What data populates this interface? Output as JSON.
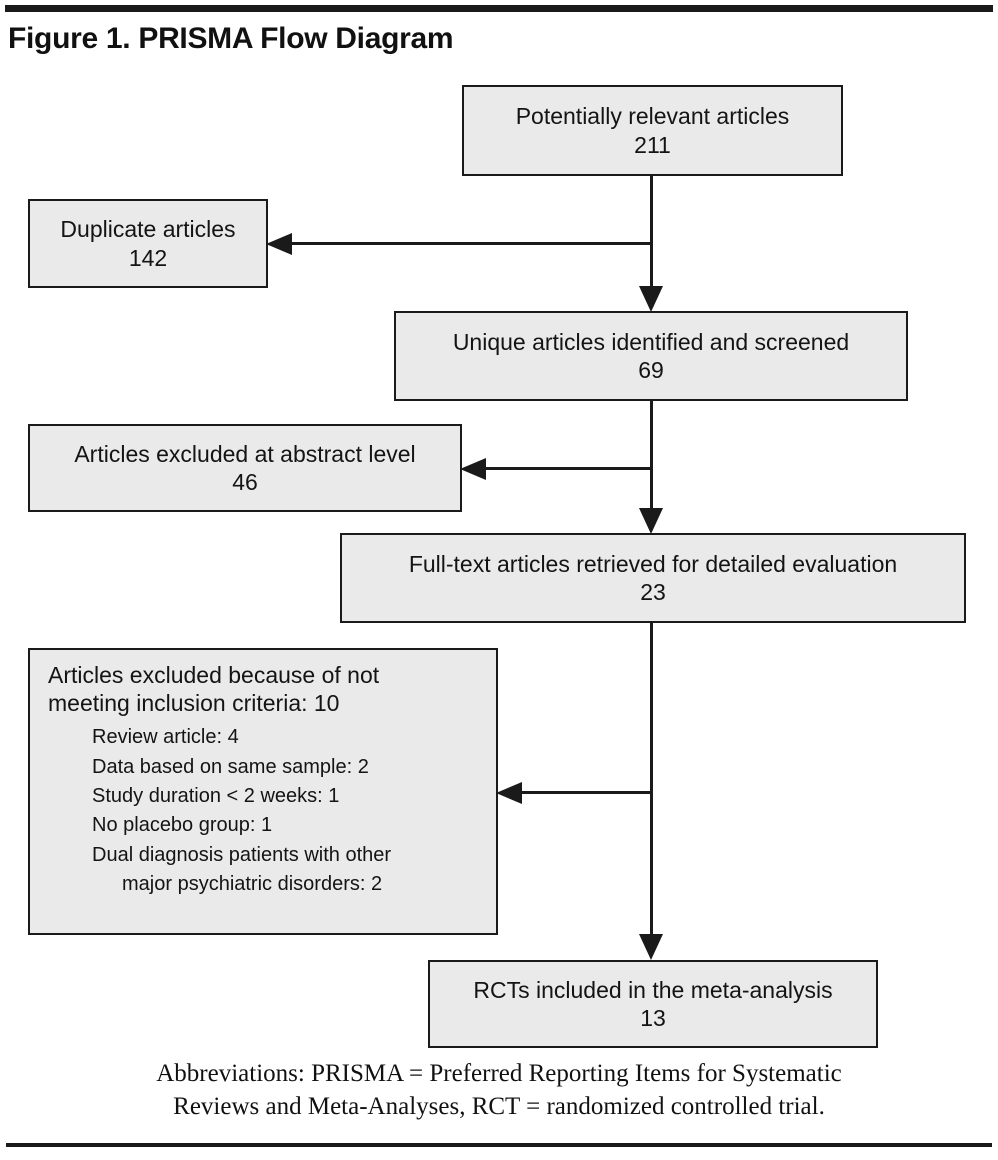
{
  "figure": {
    "title": "Figure 1. PRISMA Flow Diagram"
  },
  "chart_data": {
    "type": "diagram",
    "title": "Figure 1. PRISMA Flow Diagram",
    "nodes": [
      {
        "id": "identified",
        "label": "Potentially relevant articles",
        "count": "211"
      },
      {
        "id": "duplicates",
        "label": "Duplicate articles",
        "count": "142"
      },
      {
        "id": "screened",
        "label": "Unique articles identified and screened",
        "count": "69"
      },
      {
        "id": "abstract-excluded",
        "label": "Articles excluded at abstract level",
        "count": "46"
      },
      {
        "id": "fulltext",
        "label": "Full-text articles retrieved for detailed evaluation",
        "count": "23"
      },
      {
        "id": "fulltext-excluded",
        "label": "Articles excluded because of not meeting inclusion criteria",
        "count": "10"
      },
      {
        "id": "included",
        "label": "RCTs included in the meta-analysis",
        "count": "13"
      }
    ],
    "edges": [
      {
        "from": "identified",
        "to": "duplicates"
      },
      {
        "from": "identified",
        "to": "screened"
      },
      {
        "from": "screened",
        "to": "abstract-excluded"
      },
      {
        "from": "screened",
        "to": "fulltext"
      },
      {
        "from": "fulltext",
        "to": "fulltext-excluded"
      },
      {
        "from": "fulltext",
        "to": "included"
      }
    ]
  },
  "boxes": {
    "identified": {
      "line1": "Potentially relevant articles",
      "count": "211"
    },
    "duplicates": {
      "line1": "Duplicate articles",
      "count": "142"
    },
    "screened": {
      "line1": "Unique articles identified and screened",
      "count": "69"
    },
    "abstract_excluded": {
      "line1": "Articles excluded at abstract level",
      "count": "46"
    },
    "fulltext": {
      "line1": "Full-text articles retrieved for detailed evaluation",
      "count": "23"
    },
    "fulltext_excluded": {
      "head_line1": "Articles excluded because of not",
      "head_line2": "meeting inclusion criteria: 10",
      "reasons": [
        {
          "text": "Review article: 4",
          "cont": ""
        },
        {
          "text": "Data based on same sample: 2",
          "cont": ""
        },
        {
          "text": "Study duration < 2 weeks: 1",
          "cont": ""
        },
        {
          "text": "No placebo group: 1",
          "cont": ""
        },
        {
          "text": "Dual diagnosis patients with other",
          "cont": "major psychiatric disorders: 2"
        }
      ]
    },
    "included": {
      "line1": "RCTs included in the meta-analysis",
      "count": "13"
    }
  },
  "footer": {
    "line1": "Abbreviations: PRISMA = Preferred Reporting Items for Systematic",
    "line2": "Reviews and Meta-Analyses, RCT = randomized controlled trial."
  },
  "colors": {
    "box_fill": "#eaeaea",
    "box_border": "#1a1a1a",
    "text": "#141414",
    "rule": "#1a1a1a",
    "background": "#ffffff"
  }
}
